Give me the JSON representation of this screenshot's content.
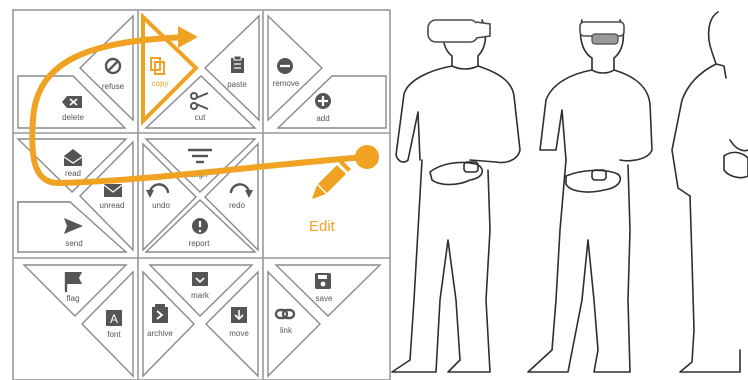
{
  "colors": {
    "accent": "#f0a323",
    "grid": "#9a9a9a",
    "text": "#555555",
    "ink": "#2f2f2f"
  },
  "menu": {
    "cells": [
      {
        "id": "c00",
        "items": [
          {
            "label": "refuse",
            "icon": "block-icon"
          },
          {
            "label": "delete",
            "icon": "backspace-icon"
          }
        ]
      },
      {
        "id": "c01",
        "items": [
          {
            "label": "copy",
            "icon": "copy-icon",
            "highlighted": true
          },
          {
            "label": "paste",
            "icon": "clipboard-icon"
          },
          {
            "label": "cut",
            "icon": "scissors-icon"
          }
        ]
      },
      {
        "id": "c02",
        "items": [
          {
            "label": "remove",
            "icon": "minus-circle-icon"
          },
          {
            "label": "add",
            "icon": "plus-circle-icon"
          }
        ]
      },
      {
        "id": "c10",
        "items": [
          {
            "label": "read",
            "icon": "envelope-open-icon"
          },
          {
            "label": "unread",
            "icon": "envelope-icon"
          },
          {
            "label": "send",
            "icon": "send-icon"
          }
        ]
      },
      {
        "id": "c11",
        "items": [
          {
            "label": "align",
            "icon": "align-icon"
          },
          {
            "label": "undo",
            "icon": "undo-icon"
          },
          {
            "label": "redo",
            "icon": "redo-icon"
          },
          {
            "label": "report",
            "icon": "alert-icon"
          }
        ]
      },
      {
        "id": "c12",
        "items": []
      },
      {
        "id": "c20",
        "items": [
          {
            "label": "flag",
            "icon": "flag-icon"
          },
          {
            "label": "font",
            "icon": "font-icon"
          }
        ]
      },
      {
        "id": "c21",
        "items": [
          {
            "label": "mark",
            "icon": "mark-icon"
          },
          {
            "label": "archive",
            "icon": "archive-icon"
          },
          {
            "label": "move",
            "icon": "move-icon"
          }
        ]
      },
      {
        "id": "c22",
        "items": [
          {
            "label": "save",
            "icon": "save-icon"
          },
          {
            "label": "link",
            "icon": "link-icon"
          }
        ]
      }
    ],
    "edit_label": "Edit",
    "edit_icon": "pencil-icon"
  },
  "people": [
    {
      "name": "person-vr-headset",
      "headset": "vr-headset"
    },
    {
      "name": "person-ar-headset",
      "headset": "ar-headset"
    },
    {
      "name": "person-side-view",
      "headset": "none"
    }
  ]
}
